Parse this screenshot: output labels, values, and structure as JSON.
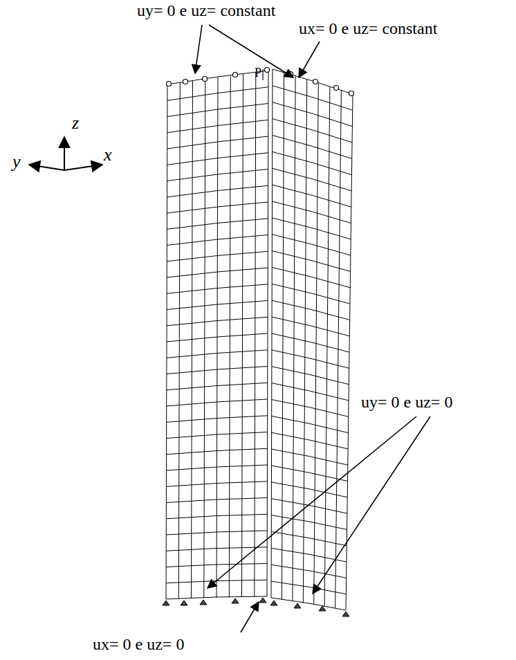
{
  "diagram": {
    "labels": [
      "uy= 0 e uz= constant",
      "ux= 0 e uz= constant",
      "P",
      "uy= 0 e uz= 0",
      "ux= 0 e uz= 0",
      "z",
      "y",
      "x"
    ]
  }
}
